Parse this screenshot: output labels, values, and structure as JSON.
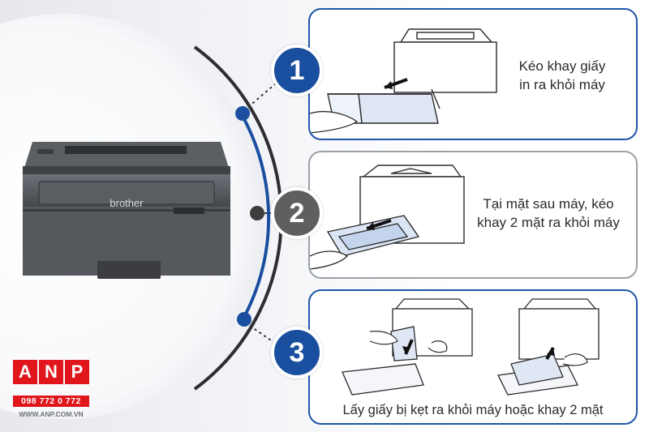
{
  "printer": {
    "brand": "brother"
  },
  "steps": [
    {
      "number": "1",
      "lines": [
        "Kéo khay giấy",
        "in ra khỏi máy"
      ]
    },
    {
      "number": "2",
      "lines": [
        "Tại mặt sau máy, kéo",
        "khay 2 mặt ra khỏi máy"
      ]
    },
    {
      "number": "3",
      "lines": [
        "Lấy giấy bị kẹt ra khỏi máy hoặc khay 2 mặt"
      ]
    }
  ],
  "logo": {
    "letters": [
      "A",
      "N",
      "P"
    ],
    "phone": "098 772 0 772",
    "website": "WWW.ANP.COM.VN"
  },
  "colors": {
    "accent_blue": "#1a4fa0",
    "step2_gray": "#5f5f5f",
    "logo_red": "#e0161c"
  }
}
